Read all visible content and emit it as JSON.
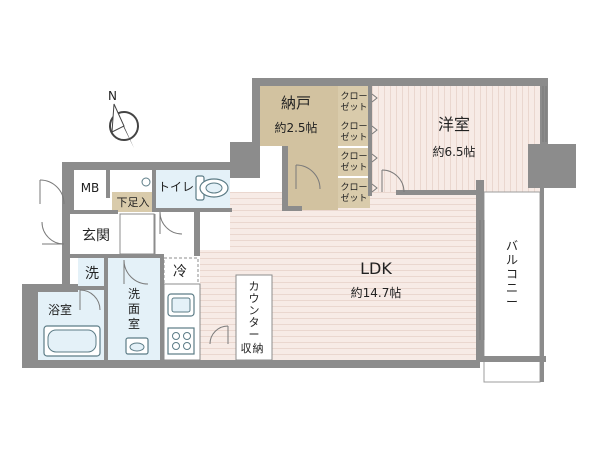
{
  "rooms": {
    "nando": {
      "name": "納戸",
      "size": "約2.5帖"
    },
    "western": {
      "name": "洋室",
      "size": "約6.5帖"
    },
    "ldk": {
      "name": "LDK",
      "size": "約14.7帖"
    },
    "closets": [
      "クロー",
      "ゼット",
      "クロー",
      "ゼット",
      "クロー",
      "ゼット",
      "クロー",
      "ゼット"
    ],
    "mb": "MB",
    "toilet": "トイレ",
    "shoe_storage": "下足入",
    "entrance": "玄関",
    "laundry": "洗",
    "fridge": "冷",
    "bath": "浴室",
    "washroom": [
      "洗",
      "面",
      "室"
    ],
    "counter_storage": [
      "カ",
      "ウ",
      "ン",
      "タ",
      "ー",
      "収",
      "納"
    ],
    "balcony": [
      "バ",
      "ル",
      "コ",
      "ニ",
      "ー"
    ],
    "compass": "N"
  },
  "colors": {
    "wall": "#8c8c8c",
    "floor_wood": "#f7ebe6",
    "nando": "#d2c2a0",
    "closet": "#d9cbab",
    "western": "#f7ebe6",
    "wet_area": "#e4f1f8",
    "fixtures": "#5c7c86"
  }
}
